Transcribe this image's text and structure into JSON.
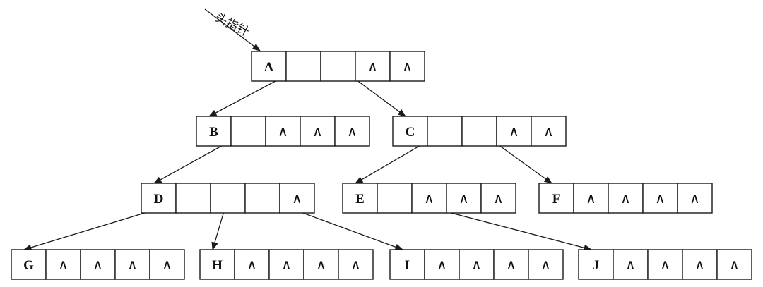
{
  "diagram": {
    "head_pointer_label": "头指针",
    "null_symbol": "∧",
    "nodes": [
      {
        "id": "A",
        "name": "A",
        "fields": [
          "",
          "",
          "∧",
          "∧"
        ]
      },
      {
        "id": "B",
        "name": "B",
        "fields": [
          "",
          "∧",
          "∧",
          "∧"
        ]
      },
      {
        "id": "C",
        "name": "C",
        "fields": [
          "",
          "",
          "∧",
          "∧"
        ]
      },
      {
        "id": "D",
        "name": "D",
        "fields": [
          "",
          "",
          "",
          "∧"
        ]
      },
      {
        "id": "E",
        "name": "E",
        "fields": [
          "",
          "∧",
          "∧",
          "∧"
        ]
      },
      {
        "id": "F",
        "name": "F",
        "fields": [
          "∧",
          "∧",
          "∧",
          "∧"
        ]
      },
      {
        "id": "G",
        "name": "G",
        "fields": [
          "∧",
          "∧",
          "∧",
          "∧"
        ]
      },
      {
        "id": "H",
        "name": "H",
        "fields": [
          "∧",
          "∧",
          "∧",
          "∧"
        ]
      },
      {
        "id": "I",
        "name": "I",
        "fields": [
          "∧",
          "∧",
          "∧",
          "∧"
        ]
      },
      {
        "id": "J",
        "name": "J",
        "fields": [
          "∧",
          "∧",
          "∧",
          "∧"
        ]
      }
    ],
    "edges": [
      {
        "from": "A",
        "slot": 1,
        "to": "B"
      },
      {
        "from": "A",
        "slot": 2,
        "to": "C"
      },
      {
        "from": "B",
        "slot": 1,
        "to": "D"
      },
      {
        "from": "C",
        "slot": 1,
        "to": "E"
      },
      {
        "from": "C",
        "slot": 2,
        "to": "F"
      },
      {
        "from": "D",
        "slot": 1,
        "to": "G"
      },
      {
        "from": "D",
        "slot": 2,
        "to": "H"
      },
      {
        "from": "D",
        "slot": 3,
        "to": "I"
      },
      {
        "from": "E",
        "slot": 1,
        "to": "J"
      }
    ]
  }
}
